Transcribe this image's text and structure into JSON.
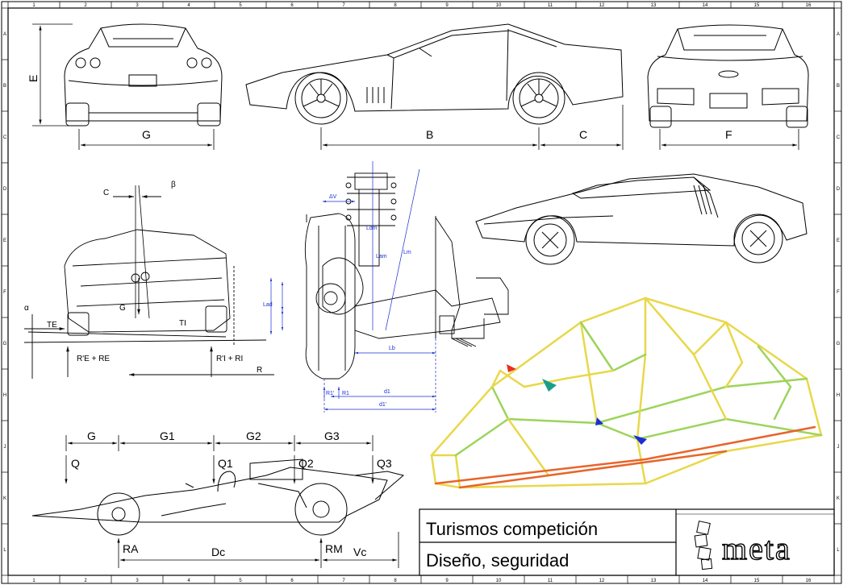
{
  "frame": {
    "top_numbers": [
      "1",
      "2",
      "3",
      "4",
      "5",
      "6",
      "7",
      "8",
      "9",
      "10",
      "11",
      "12",
      "13",
      "14",
      "15",
      "16"
    ],
    "side_letters": [
      "A",
      "B",
      "C",
      "D",
      "E",
      "F",
      "G",
      "H",
      "J",
      "K",
      "L"
    ]
  },
  "top_views": {
    "labels": [
      "E",
      "G",
      "B",
      "C",
      "F"
    ]
  },
  "front_axle": {
    "labels": {
      "c": "C",
      "beta": "β",
      "alpha": "α",
      "te": "TE",
      "ti": "TI",
      "ri_label": "R'E + RE",
      "ri2_label": "R'I + RI",
      "r": "R",
      "g": "G"
    }
  },
  "suspension": {
    "labels": {
      "dv": "ΔV",
      "ldm": "Ldm",
      "lam": "Lam",
      "lm": "Lm",
      "lad": "Lad",
      "lb": "Lb",
      "d1": "d1",
      "d1p": "d1'",
      "r1": "R1",
      "r1p": "R1'"
    }
  },
  "side_car": {
    "labels": {
      "g": "G",
      "g1": "G1",
      "g2": "G2",
      "g3": "G3",
      "q": "Q",
      "q1": "Q1",
      "q2": "Q2",
      "q3": "Q3",
      "ra": "RA",
      "dc": "Dc",
      "rm": "RM",
      "vc": "Vc"
    }
  },
  "title_block": {
    "line1": "Turismos competición",
    "line2": "Diseño, seguridad",
    "logo_text": "meta"
  },
  "colors": {
    "frame_yellow": "#e8d84a",
    "frame_green": "#9cd45a",
    "frame_orange": "#e8642a",
    "dimension_blue": "#1a2fd0"
  }
}
